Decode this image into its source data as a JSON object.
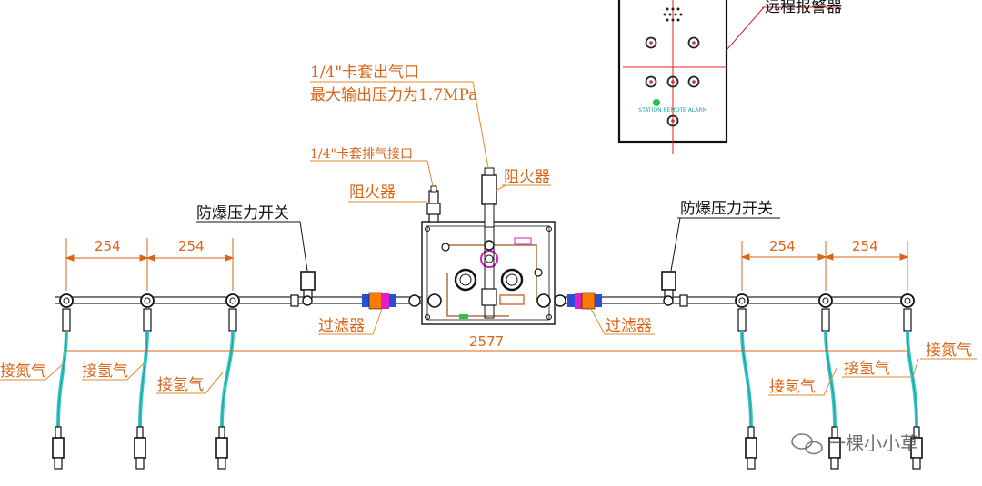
{
  "labels": {
    "remote_alarm": "远程报警器",
    "outlet_line1": "1/4\"卡套出气口",
    "outlet_line2": "最大输出压力为1.7MPa",
    "vent_port": "1/4\"卡套排气接口",
    "flame_arrestor_left": "阻火器",
    "flame_arrestor_right": "阻火器",
    "pressure_switch_left": "防爆压力开关",
    "pressure_switch_right": "防爆压力开关",
    "filter_left": "过滤器",
    "filter_right": "过滤器",
    "total_dim": "2577",
    "dim_l1": "254",
    "dim_l2": "254",
    "dim_r1": "254",
    "dim_r2": "254",
    "connect_n2_left": "接氮气",
    "connect_h2_l2": "接氢气",
    "connect_h2_l3": "接氢气",
    "connect_h2_r1": "接氢气",
    "connect_h2_r2": "接氢气",
    "connect_n2_right": "接氮气",
    "panel_text_1": "STATION REMOTE ALARM",
    "watermark": "一棵小小草"
  },
  "colors": {
    "pipe": "#2a2a2a",
    "hose": "#38c8c8",
    "leader": "#e08b2e",
    "red_line": "#e02020",
    "filter_blue": "#2a4fd6",
    "filter_orange": "#ff7a00",
    "filter_magenta": "#e020c0",
    "panel_teal": "#19a6a6"
  },
  "icons": {
    "watermark_icon": "wechat-icon"
  }
}
